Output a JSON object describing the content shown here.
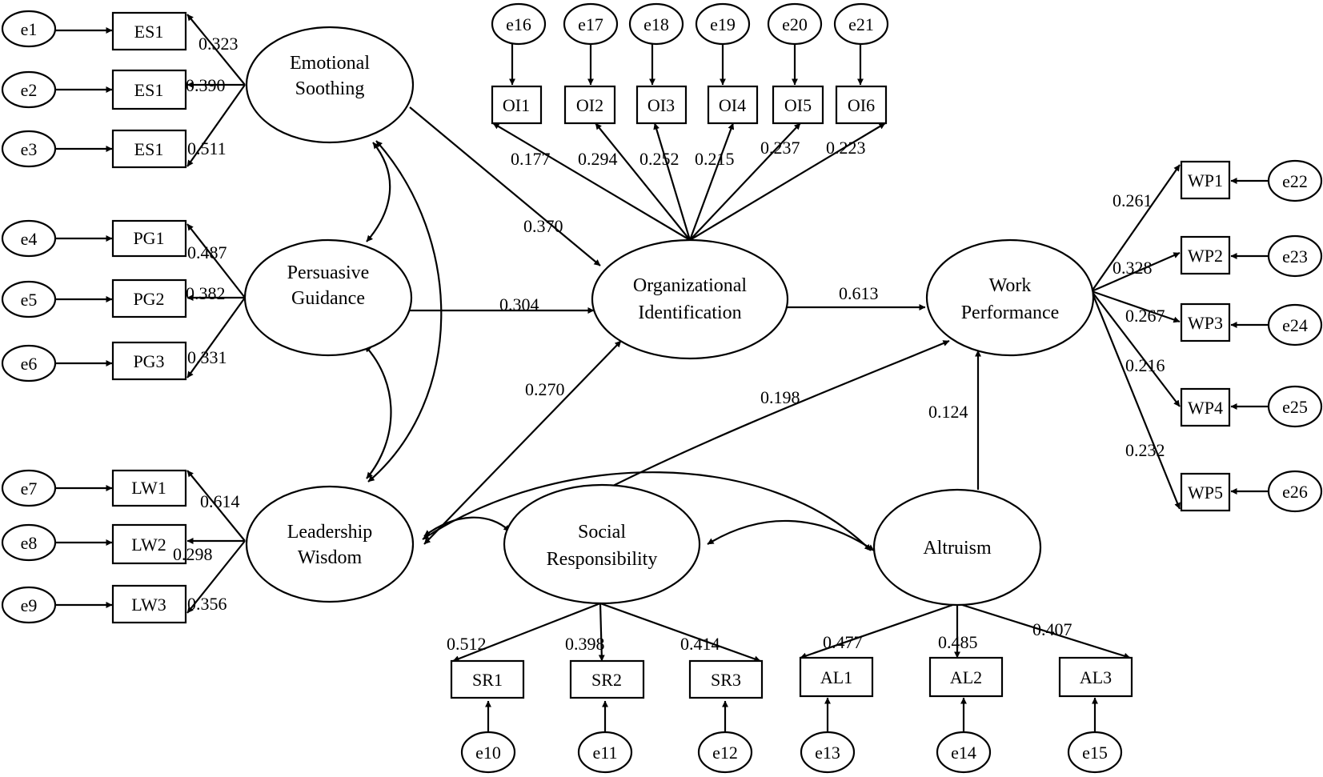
{
  "latent": {
    "es": [
      "Emotional",
      "Soothing"
    ],
    "pg": [
      "Persuasive",
      "Guidance"
    ],
    "lw": [
      "Leadership",
      "Wisdom"
    ],
    "oi": [
      "Organizational",
      "Identification"
    ],
    "wp": [
      "Work",
      "Performance"
    ],
    "sr": [
      "Social",
      "Responsibility"
    ],
    "al": [
      "Altruism"
    ]
  },
  "observed": {
    "es": [
      "ES1",
      "ES1",
      "ES1"
    ],
    "pg": [
      "PG1",
      "PG2",
      "PG3"
    ],
    "lw": [
      "LW1",
      "LW2",
      "LW3"
    ],
    "oi": [
      "OI1",
      "OI2",
      "OI3",
      "OI4",
      "OI5",
      "OI6"
    ],
    "wp": [
      "WP1",
      "WP2",
      "WP3",
      "WP4",
      "WP5"
    ],
    "sr": [
      "SR1",
      "SR2",
      "SR3"
    ],
    "al": [
      "AL1",
      "AL2",
      "AL3"
    ]
  },
  "errors": {
    "es": [
      "e1",
      "e2",
      "e3"
    ],
    "pg": [
      "e4",
      "e5",
      "e6"
    ],
    "lw": [
      "e7",
      "e8",
      "e9"
    ],
    "oi": [
      "e16",
      "e17",
      "e18",
      "e19",
      "e20",
      "e21"
    ],
    "wp": [
      "e22",
      "e23",
      "e24",
      "e25",
      "e26"
    ],
    "sr": [
      "e10",
      "e11",
      "e12"
    ],
    "al": [
      "e13",
      "e14",
      "e15"
    ]
  },
  "loadings": {
    "es": [
      "0.323",
      "0.390",
      "0.511"
    ],
    "pg": [
      "0.487",
      "0.382",
      "0.331"
    ],
    "lw": [
      "0.614",
      "0.298",
      "0.356"
    ],
    "oi": [
      "0.177",
      "0.294",
      "0.252",
      "0.215",
      "0.237",
      "0.223"
    ],
    "wp": [
      "0.261",
      "0.328",
      "0.267",
      "0.216",
      "0.232"
    ],
    "sr": [
      "0.512",
      "0.398",
      "0.414"
    ],
    "al": [
      "0.477",
      "0.485",
      "0.407"
    ]
  },
  "paths": {
    "es_oi": "0.370",
    "pg_oi": "0.304",
    "lw_oi": "0.270",
    "oi_wp": "0.613",
    "lw_wp": "0.198",
    "al_wp": "0.124"
  }
}
